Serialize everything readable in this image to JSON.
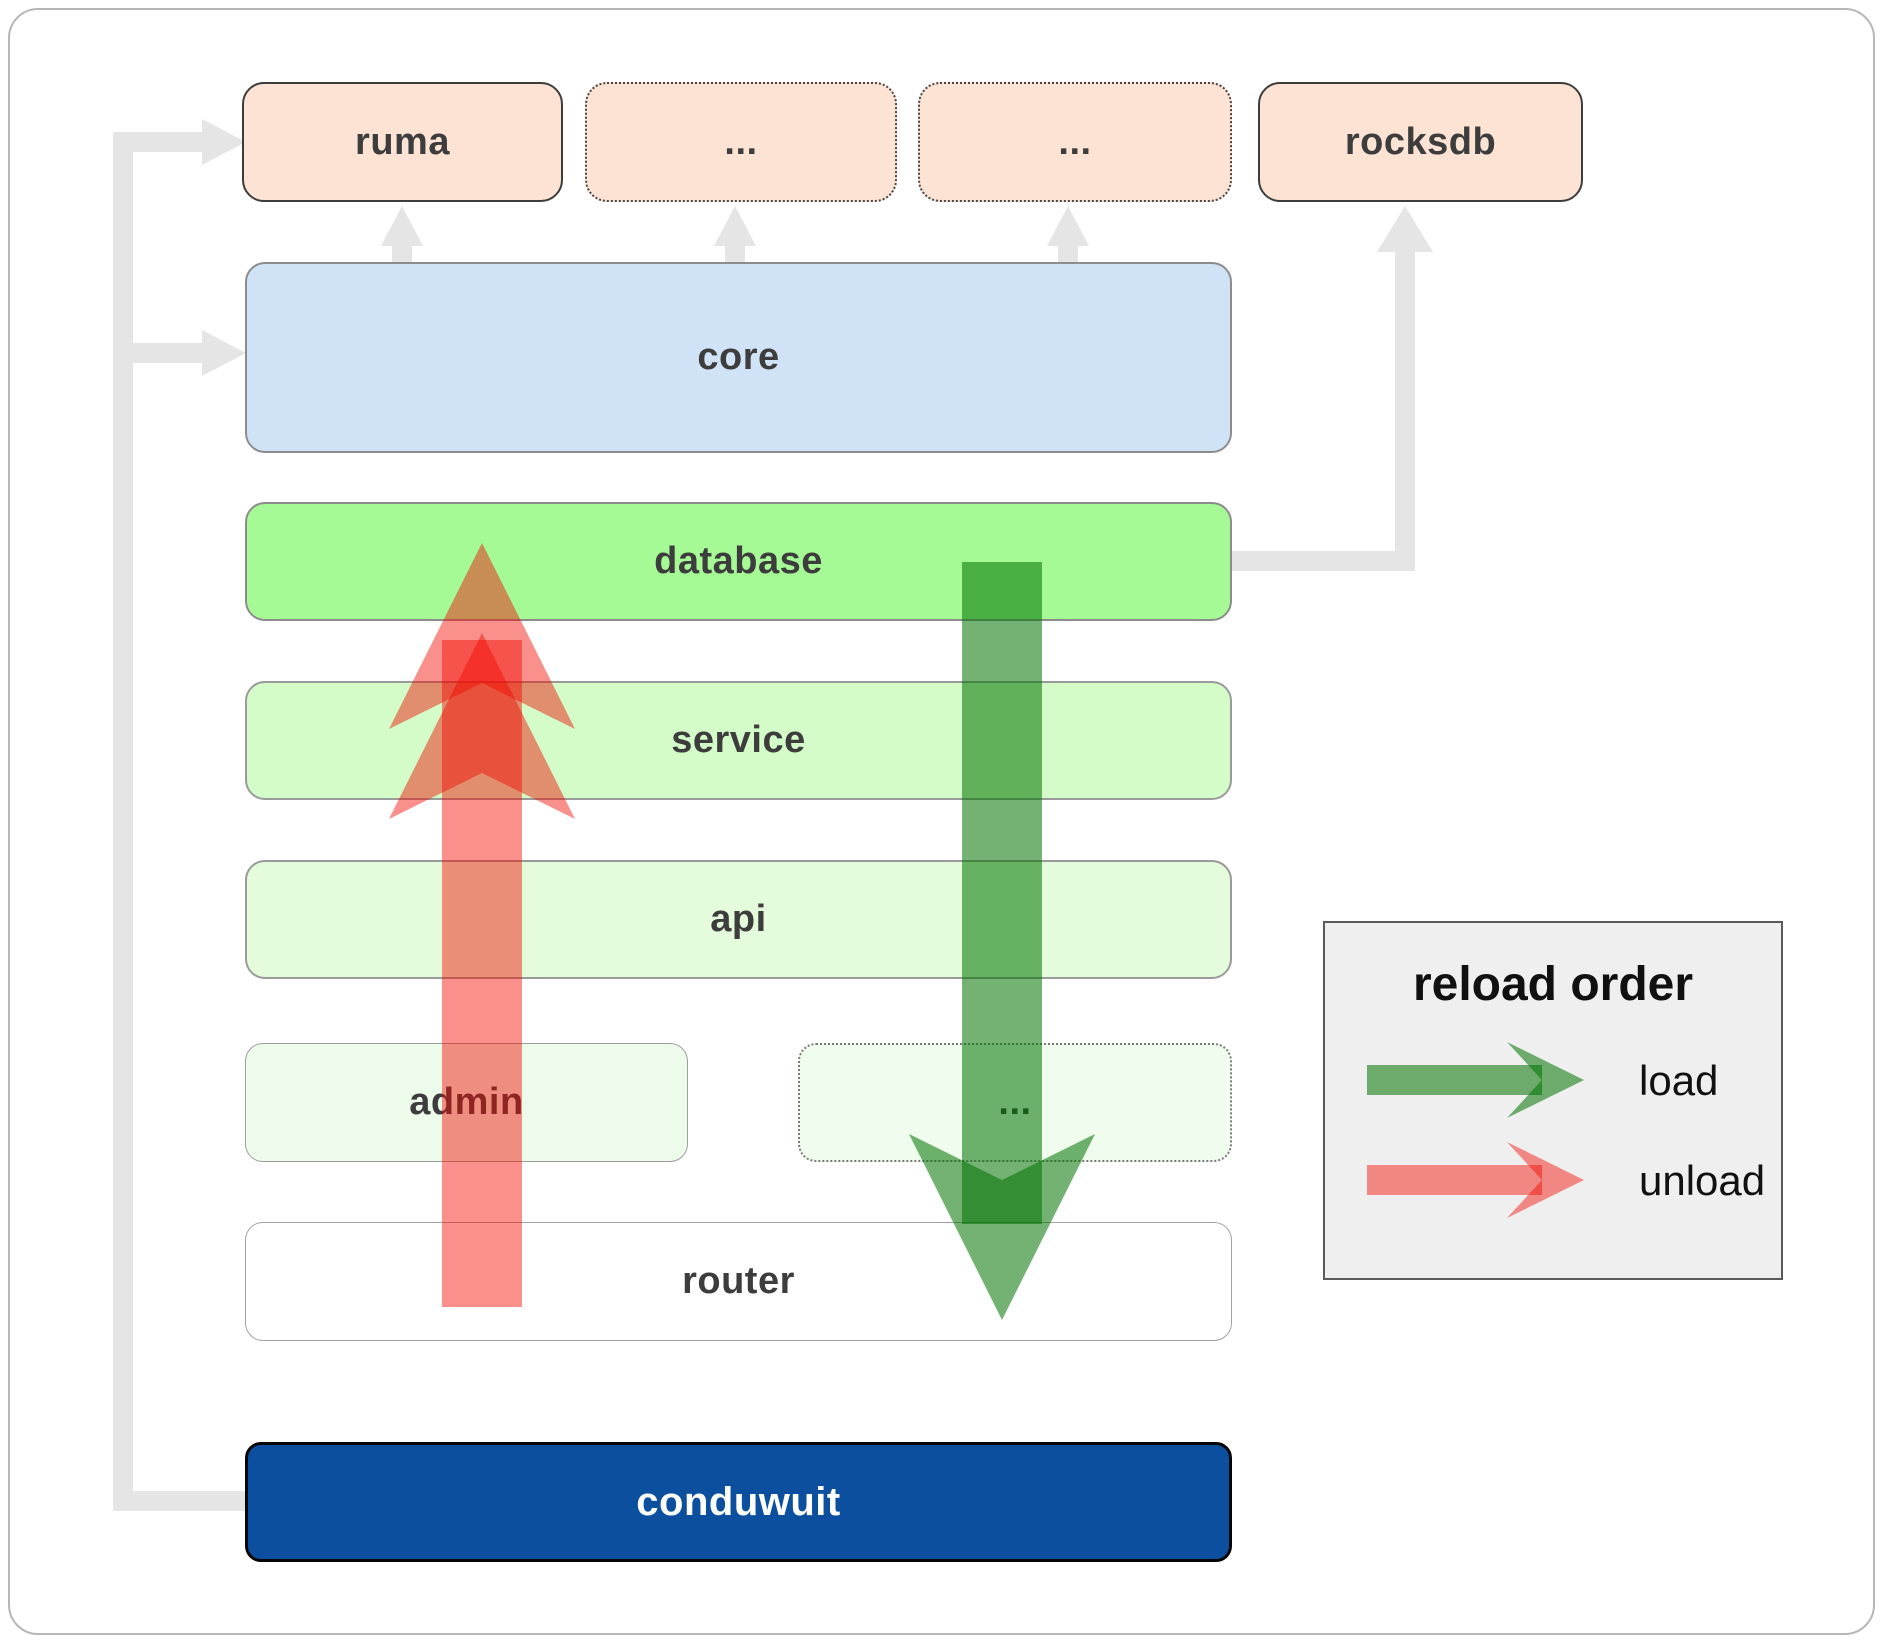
{
  "diagram": {
    "nodes": {
      "ruma": "ruma",
      "ellipsis1": "...",
      "ellipsis2": "...",
      "rocksdb": "rocksdb",
      "core": "core",
      "database": "database",
      "service": "service",
      "api": "api",
      "admin": "admin",
      "ellipsis3": "...",
      "router": "router",
      "conduwuit": "conduwuit"
    }
  },
  "legend": {
    "title": "reload order",
    "items": [
      {
        "id": "load",
        "label": "load"
      },
      {
        "id": "unload",
        "label": "unload"
      }
    ]
  },
  "colors": {
    "node-peach": "#fce3d3",
    "node-blue": "#cfe2f6",
    "node-green-bright": "#a5fa96",
    "node-green-light": "#d4fcc8",
    "node-green-lighter": "#e4fcdb",
    "node-green-faint": "#edfbea",
    "node-navy": "#0b4f9e",
    "flow-green": "#007300",
    "flow-red": "#f20800",
    "connector-grey": "#e5e5e5",
    "legend-bg": "#efefef",
    "label-dark": "#3d3d3d"
  }
}
